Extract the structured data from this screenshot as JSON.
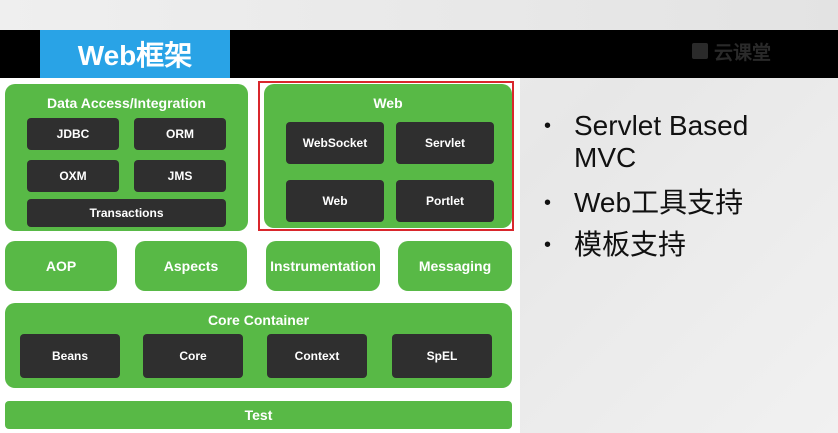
{
  "header": {
    "title": "Web框架",
    "logo": "云课堂"
  },
  "diagram": {
    "data_access": {
      "title": "Data Access/Integration",
      "items": [
        "JDBC",
        "ORM",
        "OXM",
        "JMS",
        "Transactions"
      ]
    },
    "web": {
      "title": "Web",
      "items": [
        "WebSocket",
        "Servlet",
        "Web",
        "Portlet"
      ]
    },
    "middle": [
      "AOP",
      "Aspects",
      "Instrumentation",
      "Messaging"
    ],
    "core": {
      "title": "Core Container",
      "items": [
        "Beans",
        "Core",
        "Context",
        "SpEL"
      ]
    },
    "test": "Test"
  },
  "bullets": [
    "Servlet Based MVC",
    "Web工具支持",
    "模板支持"
  ]
}
